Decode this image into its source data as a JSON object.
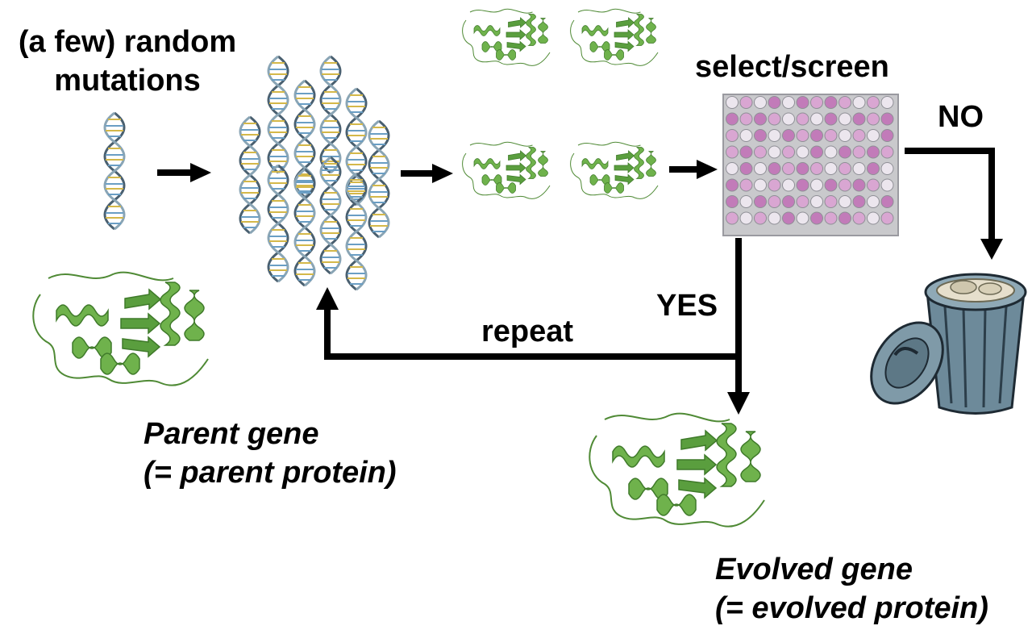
{
  "labels": {
    "mutations_line1": "(a few) random",
    "mutations_line2": "mutations",
    "select_screen": "select/screen",
    "no": "NO",
    "yes": "YES",
    "repeat": "repeat",
    "parent_line1": "Parent gene",
    "parent_line2": "(= parent protein)",
    "evolved_line1": "Evolved gene",
    "evolved_line2": "(= evolved protein)"
  },
  "icons": {
    "dna": "dna-helix-icon",
    "protein": "protein-ribbon-icon",
    "plate": "microplate-icon",
    "trash": "trash-can-icon"
  },
  "colors": {
    "protein": "#5a9e3e",
    "dna_backbone": "#4a6070",
    "well": "#c27bb9",
    "plate": "#c9c9cc",
    "trash": "#6d8a9a",
    "arrow": "#000000"
  }
}
